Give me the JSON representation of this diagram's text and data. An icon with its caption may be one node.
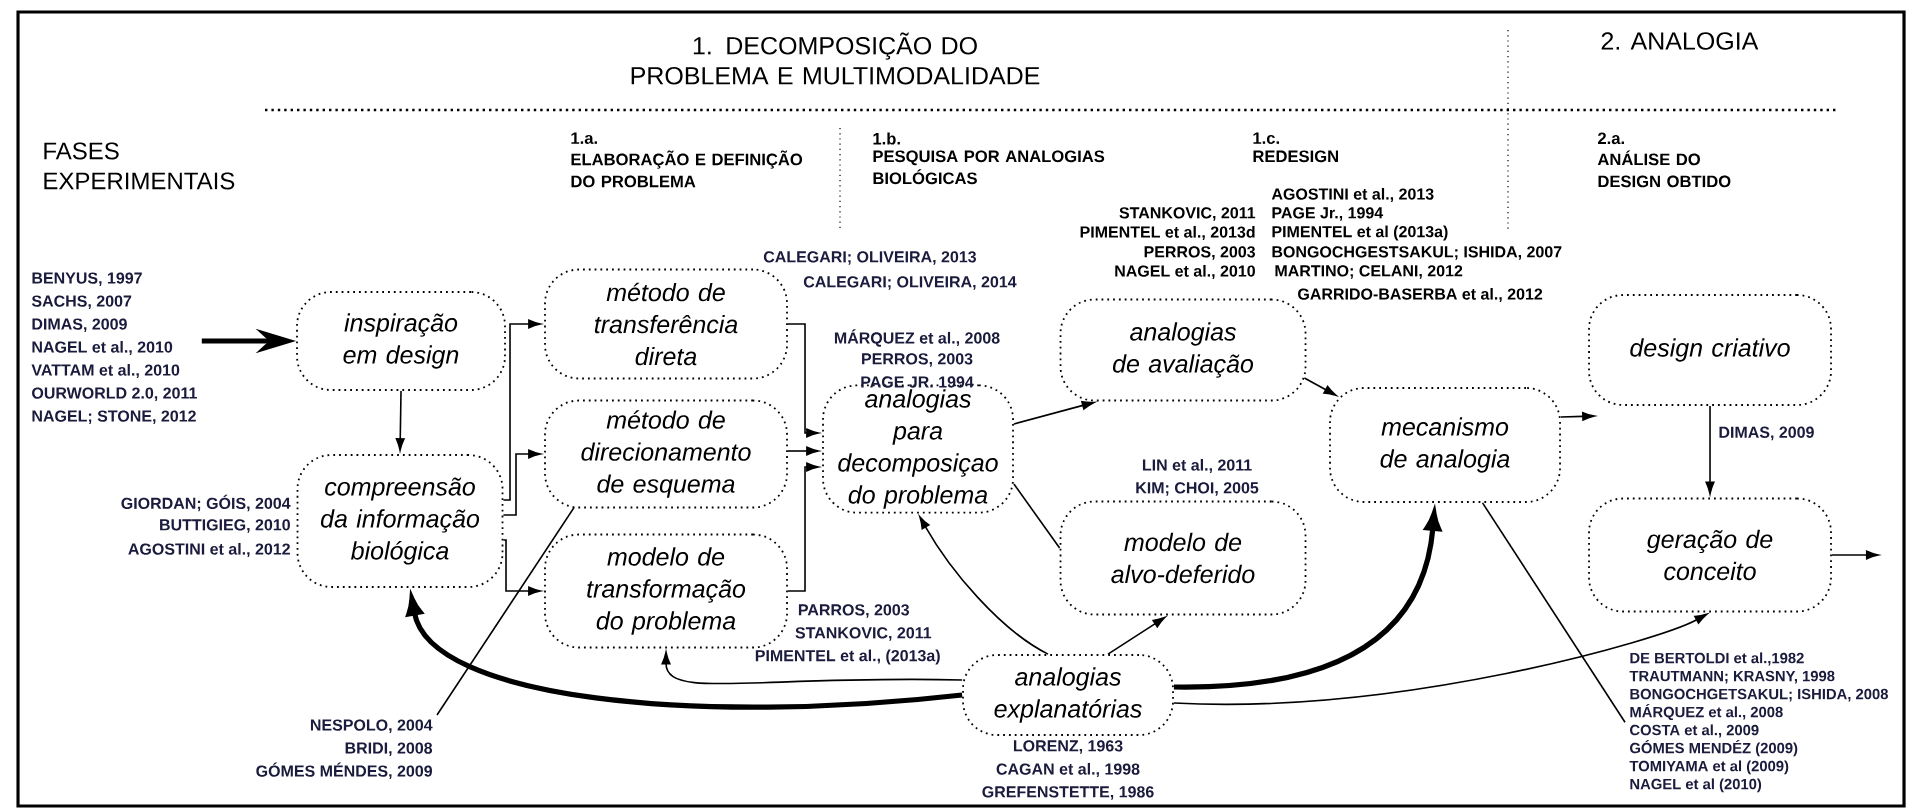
{
  "diagram": {
    "nodes": [
      {
        "text": [
          "inspiração em design"
        ]
      },
      {
        "text": [
          "compreensão da informação biológica"
        ],
        "beside": [
          "GIORDAN; GÓIS, 2004",
          "BUTTIGIEG, 2010",
          "AGOSTINI et al., 2012"
        ]
      },
      {
        "text": [
          "método de transferência direta"
        ],
        "beside": [
          "CALEGARI; OLIVEIRA, 2013",
          "CALEGARI; OLIVEIRA, 2014"
        ]
      },
      {
        "text": [
          "método de direcionamento de esquema"
        ]
      },
      {
        "text": [
          "modelo de transformação do problema"
        ],
        "beside": [
          "PARROS, 2003",
          "STANKOVIC, 2011",
          "PIMENTEL et al., (2013a)"
        ]
      },
      {
        "text": [
          "analogias para decomposiçao do problema"
        ],
        "beside": [
          "MÁRQUEZ et al., 2008",
          "PERROS, 2003",
          "PAGE JR. 1994"
        ]
      },
      {
        "text": [
          "analogias de avaliação"
        ]
      },
      {
        "text": [
          "modelo de alvo-deferido"
        ],
        "beside": [
          "LIN et al., 2011",
          "KIM; CHOI, 2005"
        ]
      },
      {
        "text": [
          "mecanismo de analogia"
        ]
      },
      {
        "text": [
          "analogias explanatórias"
        ],
        "beside": [
          "LORENZ, 1963",
          "CAGAN et al., 1998",
          "GREFENSTETTE, 1986"
        ]
      },
      {
        "text": [
          "design criativo"
        ]
      },
      {
        "text": [
          "geração de conceito"
        ]
      },
      {
        "text": [
          "BENYUS, 1997",
          "SACHS, 2007",
          "DIMAS, 2009",
          "NAGEL et al., 2010",
          "VATTAM et al., 2010",
          "OURWORLD 2.0, 2011",
          "NAGEL; STONE, 2012"
        ]
      },
      {
        "text": [
          "NESPOLO, 2004",
          "BRIDI, 2008",
          "GÓMES MÉNDES, 2009"
        ]
      },
      {
        "text": [
          "DE BERTOLDI et al.,1982",
          "TRAUTMANN; KRASNY, 1998",
          "BONGOCHGETSAKUL; ISHIDA, 2008",
          "MÁRQUEZ et al., 2008",
          "COSTA et al., 2009",
          "GÓMES MENDÉZ (2009)",
          "TOMIYAMA et al (2009)",
          "NAGEL et al (2010)"
        ]
      }
    ],
    "edges": [
      {
        "from": 12,
        "to": 0,
        "arrow": "to",
        "style": "thick"
      },
      {
        "from": 0,
        "to": 1,
        "arrow": "to"
      },
      {
        "from": 1,
        "to": 2,
        "arrow": "to"
      },
      {
        "from": 1,
        "to": 3,
        "arrow": "to"
      },
      {
        "from": 1,
        "to": 4,
        "arrow": "to"
      },
      {
        "from": 2,
        "to": 5,
        "arrow": "to"
      },
      {
        "from": 3,
        "to": 5,
        "arrow": "to"
      },
      {
        "from": 4,
        "to": 5,
        "arrow": "to"
      },
      {
        "from": 5,
        "to": 6,
        "arrow": "to"
      },
      {
        "from": 5,
        "to": 7,
        "arrow": "none"
      },
      {
        "from": 6,
        "to": 8,
        "arrow": "to"
      },
      {
        "from": 9,
        "to": 5,
        "arrow": "to"
      },
      {
        "from": 9,
        "to": 7,
        "arrow": "to"
      },
      {
        "from": 9,
        "to": 8,
        "arrow": "to",
        "style": "thick"
      },
      {
        "from": 9,
        "to": 1,
        "arrow": "to",
        "style": "thick"
      },
      {
        "from": 9,
        "to": 4,
        "arrow": "to"
      },
      {
        "from": 9,
        "to": 11,
        "arrow": "to"
      },
      {
        "from": 8,
        "to": 10,
        "arrow": "to"
      },
      {
        "from": 10,
        "to": 11,
        "arrow": "to",
        "label": "DIMAS, 2009"
      },
      {
        "from": 11,
        "to": null,
        "arrow": "to"
      },
      {
        "from": 13,
        "to": 3,
        "arrow": "none"
      },
      {
        "from": 14,
        "to": 8,
        "arrow": "none"
      }
    ],
    "labels": [
      "1. DECOMPOSIÇÃO DO PROBLEMA E MULTIMODALIDADE",
      "2. ANALOGIA",
      "FASES EXPERIMENTAIS",
      "1.a.",
      "ELABORAÇÃO E DEFINIÇÃO DO PROBLEMA",
      "1.b.",
      "PESQUISA POR ANALOGIAS BIOLÓGICAS",
      "1.c.",
      "REDESIGN",
      "2.a.",
      "ANÁLISE DO DESIGN OBTIDO",
      "AGOSTINI et al., 2013",
      "STANKOVIC, 2011",
      "PAGE Jr., 1994",
      "PIMENTEL et al., 2013d",
      "PIMENTEL et al (2013a)",
      "PERROS, 2003",
      "BONGOCHGESTSAKUL; ISHIDA, 2007",
      "NAGEL et al., 2010",
      "MARTINO; CELANI, 2012",
      "GARRIDO-BASERBA et al., 2012"
    ]
  }
}
